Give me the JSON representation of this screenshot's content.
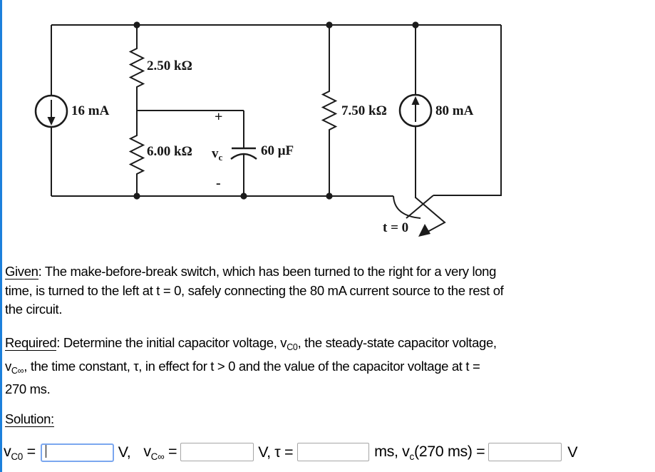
{
  "page": {
    "accent_blue": "#1C80DC"
  },
  "circuit": {
    "sources": [
      {
        "label": "16 mA"
      },
      {
        "label": "80 mA"
      }
    ],
    "resistors": [
      {
        "label": "2.50 kΩ"
      },
      {
        "label": "6.00 kΩ"
      },
      {
        "label": "7.50 kΩ"
      }
    ],
    "capacitor": {
      "label": "60 μF",
      "voltage_main": "v",
      "voltage_sub": "c",
      "plus": "+",
      "minus": "-"
    },
    "switch": {
      "label": "t = 0"
    }
  },
  "given": {
    "lines": [
      [
        {
          "t": "Given",
          "u": true
        },
        {
          "t": ": The make-before-break switch, which has been turned to the right for a very long"
        }
      ],
      [
        {
          "t": "time, is turned to the left at t = 0, safely connecting the 80 mA current source to the rest of"
        }
      ],
      [
        {
          "t": "the circuit."
        }
      ]
    ]
  },
  "required": {
    "lines": [
      [
        {
          "t": "Required",
          "u": true
        },
        {
          "t": ": Determine the initial capacitor voltage, v"
        },
        {
          "t": "C0",
          "sub": true
        },
        {
          "t": ", the steady-state capacitor voltage,"
        }
      ],
      [
        {
          "t": "v"
        },
        {
          "t": "C∞",
          "sub": true
        },
        {
          "t": ", the time constant, τ, in effect for t > 0 and the value of the capacitor voltage at t ="
        }
      ],
      [
        {
          "t": "270 ms."
        }
      ]
    ]
  },
  "solution": {
    "heading": [
      {
        "t": "Solution:",
        "u": true
      }
    ],
    "row": {
      "vc0_label": [
        {
          "t": "v"
        },
        {
          "t": "C0",
          "sub": true
        },
        {
          "t": " ="
        }
      ],
      "unit_v1": [
        {
          "t": "V,"
        }
      ],
      "vcinf_label": [
        {
          "t": "v"
        },
        {
          "t": "C∞",
          "sub": true
        },
        {
          "t": " ="
        }
      ],
      "unit_v_tau": [
        {
          "t": "V, τ ="
        }
      ],
      "ms_vc270_label": [
        {
          "t": "ms, v"
        },
        {
          "t": "c",
          "sub": true
        },
        {
          "t": "(270 ms) ="
        }
      ],
      "unit_v2": [
        {
          "t": "V"
        }
      ],
      "inputs": {
        "vc0": "",
        "vcinf": "",
        "tau": "",
        "vc270": ""
      }
    }
  }
}
